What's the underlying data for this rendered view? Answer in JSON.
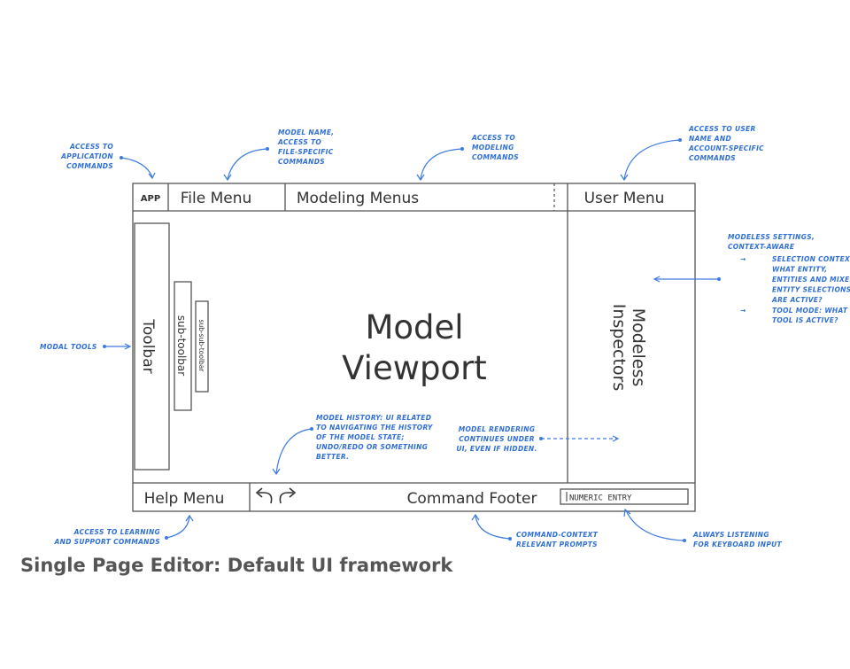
{
  "caption": "Single Page Editor: Default UI framework",
  "ui": {
    "app_label": "APP",
    "file_menu": "File Menu",
    "modeling_menus": "Modeling Menus",
    "user_menu": "User Menu",
    "toolbar": "Toolbar",
    "sub_toolbar": "sub-toolbar",
    "sub_sub_toolbar": "sub-sub-toolbar",
    "viewport_line1": "Model",
    "viewport_line2": "Viewport",
    "inspectors_line1": "Modeless",
    "inspectors_line2": "Inspectors",
    "help_menu": "Help Menu",
    "undo_icon": "undo-icon",
    "redo_icon": "redo-icon",
    "command_footer": "Command Footer",
    "numeric_entry": "NUMERIC ENTRY"
  },
  "annotations": {
    "app": [
      "ACCESS TO",
      "APPLICATION",
      "COMMANDS"
    ],
    "file": [
      "MODEL NAME,",
      "ACCESS TO",
      "FILE-SPECIFIC",
      "COMMANDS"
    ],
    "modeling": [
      "ACCESS TO",
      "MODELING",
      "COMMANDS"
    ],
    "user": [
      "ACCESS TO USER",
      "NAME AND",
      "ACCOUNT-SPECIFIC",
      "COMMANDS"
    ],
    "inspectors_head": [
      "MODELESS SETTINGS,",
      "CONTEXT-AWARE"
    ],
    "inspectors_bullet1": [
      "SELECTION CONTEXT:",
      "WHAT ENTITY,",
      "ENTITIES AND MIXED",
      "ENTITY SELECTIONS",
      "ARE ACTIVE?"
    ],
    "inspectors_bullet2": [
      "TOOL MODE: WHAT",
      "TOOL IS ACTIVE?"
    ],
    "bullet_arrow": "→",
    "modal_tools": [
      "MODAL TOOLS"
    ],
    "history": [
      "MODEL HISTORY: UI RELATED",
      "TO NAVIGATING THE HISTORY",
      "OF THE MODEL STATE;",
      "UNDO/REDO OR SOMETHING",
      "BETTER."
    ],
    "rendering": [
      "MODEL RENDERING",
      "CONTINUES UNDER",
      "UI, EVEN IF HIDDEN."
    ],
    "help": [
      "ACCESS TO LEARNING",
      "AND SUPPORT COMMANDS"
    ],
    "footer": [
      "COMMAND-CONTEXT",
      "RELEVANT PROMPTS"
    ],
    "numeric": [
      "ALWAYS LISTENING",
      "FOR KEYBOARD INPUT"
    ]
  }
}
